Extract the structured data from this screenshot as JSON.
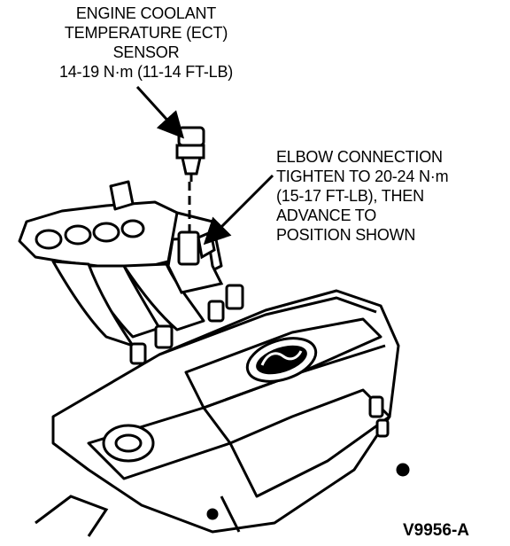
{
  "callouts": {
    "ect_sensor": {
      "lines": [
        "ENGINE COOLANT",
        "TEMPERATURE (ECT)",
        "SENSOR",
        "14-19 N·m (11-14 FT-LB)"
      ]
    },
    "elbow_connection": {
      "lines": [
        "ELBOW CONNECTION",
        "TIGHTEN TO 20-24 N·m",
        "(15-17 FT-LB), THEN",
        "ADVANCE TO",
        "POSITION SHOWN"
      ]
    }
  },
  "figure_id": "V9956-A",
  "colors": {
    "ink": "#000000",
    "paper": "#ffffff"
  },
  "illustration": {
    "subject": "engine-with-intake-manifold",
    "emblem": "ford-oval-emblem"
  }
}
